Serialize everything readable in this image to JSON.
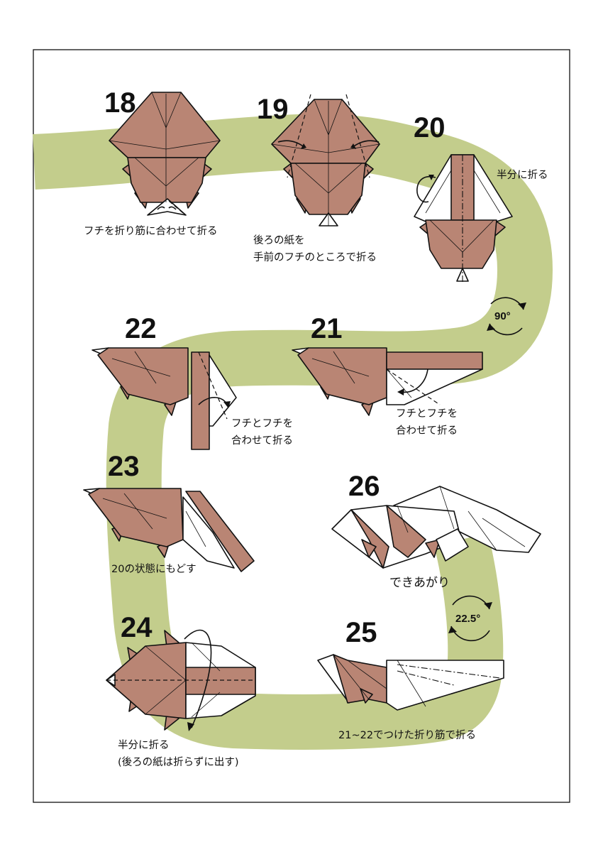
{
  "colors": {
    "path": "#c3cd8c",
    "paper_color": "#b98574",
    "paper_white": "#ffffff",
    "line": "#111111"
  },
  "steps": [
    {
      "number": "18",
      "caption_lines": [
        "フチを折り筋に合わせて折る"
      ]
    },
    {
      "number": "19",
      "caption_lines": [
        "後ろの紙を",
        "手前のフチのところで折る"
      ]
    },
    {
      "number": "20",
      "caption_lines": [
        "半分に折る"
      ]
    },
    {
      "number": "21",
      "caption_lines": [
        "フチとフチを",
        "合わせて折る"
      ]
    },
    {
      "number": "22",
      "caption_lines": [
        "フチとフチを",
        "合わせて折る"
      ]
    },
    {
      "number": "23",
      "caption_lines": [
        "20の状態にもどす"
      ]
    },
    {
      "number": "24",
      "caption_lines": [
        "半分に折る",
        "(後ろの紙は折らずに出す)"
      ]
    },
    {
      "number": "25",
      "caption_lines": [
        "21~22でつけた折り筋で折る"
      ]
    },
    {
      "number": "26",
      "caption_lines": [
        "できあがり"
      ]
    }
  ],
  "rotations": [
    {
      "label": "90°",
      "icon": "rotate-arrows-icon"
    },
    {
      "label": "22.5°",
      "icon": "rotate-arrows-icon"
    }
  ]
}
